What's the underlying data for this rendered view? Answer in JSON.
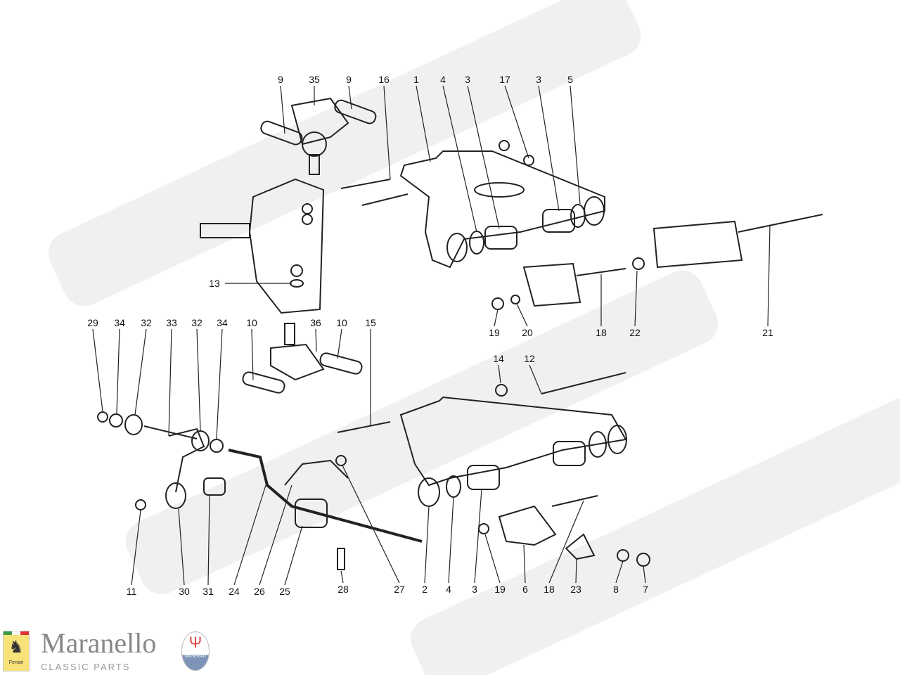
{
  "watermark": {
    "word": "Maranello",
    "sub": "CLASSIC PARTS",
    "parts": "PARTS"
  },
  "labels": [
    "9",
    "35",
    "9",
    "16",
    "1",
    "4",
    "3",
    "17",
    "3",
    "5",
    "13",
    "19",
    "20",
    "18",
    "22",
    "21",
    "29",
    "34",
    "32",
    "33",
    "32",
    "34",
    "10",
    "36",
    "10",
    "15",
    "14",
    "12",
    "11",
    "30",
    "31",
    "24",
    "26",
    "25",
    "28",
    "27",
    "2",
    "4",
    "3",
    "19",
    "6",
    "18",
    "23",
    "8",
    "7"
  ],
  "logo": {
    "brand": "Maranello",
    "tagline": "CLASSIC PARTS",
    "ferrari_text": "Ferrari",
    "maserati_text": "MASERATI"
  },
  "colors": {
    "ink": "#111111",
    "watermark": "#e9e9e9",
    "ferrari_yellow": "#f8e27a",
    "maserati_blue": "#7d93b8"
  }
}
